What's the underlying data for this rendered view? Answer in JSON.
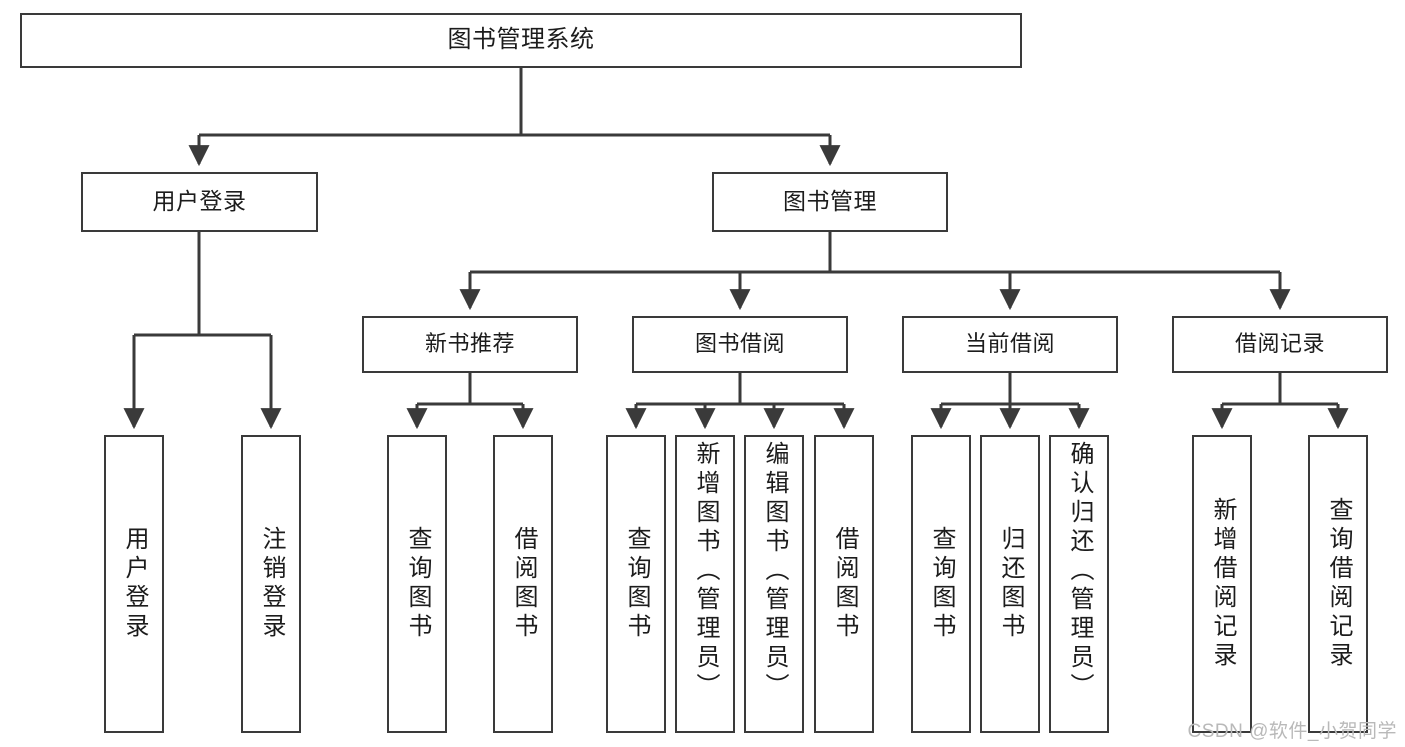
{
  "diagram": {
    "title_box": {
      "label": "图书管理系统"
    },
    "level2": [
      {
        "id": "user-login",
        "label": "用户登录"
      },
      {
        "id": "book-management",
        "label": "图书管理"
      }
    ],
    "level3": [
      {
        "id": "new-book-recommend",
        "label": "新书推荐"
      },
      {
        "id": "book-borrow",
        "label": "图书借阅"
      },
      {
        "id": "current-borrow",
        "label": "当前借阅"
      },
      {
        "id": "borrow-record",
        "label": "借阅记录"
      }
    ],
    "leaves": {
      "user_login": [
        {
          "id": "leaf-user-login",
          "label": "用户登录"
        },
        {
          "id": "leaf-logout-login",
          "label": "注销登录"
        }
      ],
      "new_book_recommend": [
        {
          "id": "leaf-query-book-1",
          "label": "查询图书"
        },
        {
          "id": "leaf-borrow-book-1",
          "label": "借阅图书"
        }
      ],
      "book_borrow": [
        {
          "id": "leaf-query-book-2",
          "label": "查询图书"
        },
        {
          "id": "leaf-add-book",
          "label": "新增图书（管理员）"
        },
        {
          "id": "leaf-edit-book",
          "label": "编辑图书（管理员）"
        },
        {
          "id": "leaf-borrow-book-2",
          "label": "借阅图书"
        }
      ],
      "current_borrow": [
        {
          "id": "leaf-query-book-3",
          "label": "查询图书"
        },
        {
          "id": "leaf-return-book",
          "label": "归还图书"
        },
        {
          "id": "leaf-confirm-return",
          "label": "确认归还（管理员）"
        }
      ],
      "borrow_record": [
        {
          "id": "leaf-add-record",
          "label": "新增借阅记录"
        },
        {
          "id": "leaf-query-record",
          "label": "查询借阅记录"
        }
      ]
    },
    "watermark": "CSDN @软件_小贺同学",
    "colors": {
      "box_border": "#3a3a3a",
      "box_fill": "#ffffff",
      "connector": "#3a3a3a",
      "text": "#1c1c1c",
      "watermark": "#b9b9b9",
      "background": "#ffffff"
    }
  }
}
